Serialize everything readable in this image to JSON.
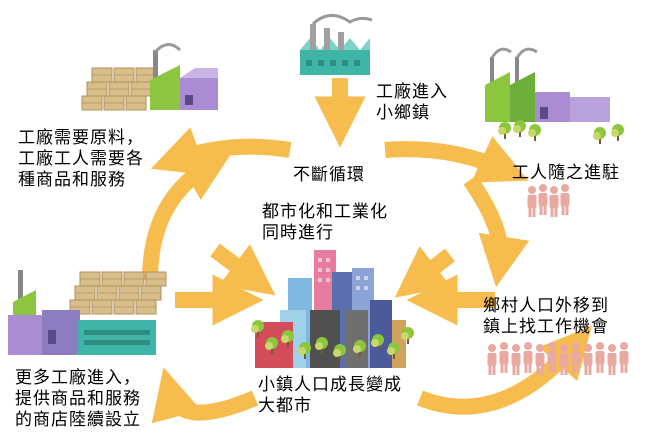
{
  "cycle_center": {
    "title": "不斷循環",
    "subtitle": [
      "都市化和工業化",
      "同時進行"
    ]
  },
  "steps": {
    "factories_enter_town": [
      "工廠進入",
      "小鄉鎮"
    ],
    "workers_follow": [
      "工人隨之進駐"
    ],
    "rural_migration": [
      "鄉村人口外移到",
      "鎮上找工作機會"
    ],
    "town_to_city": [
      "小鎮人口成長變成",
      "大都市"
    ],
    "more_factories": [
      "更多工廠進入，",
      "提供商品和服務",
      "的商店陸續設立"
    ],
    "factory_needs": [
      "工廠需要原料，",
      "工廠工人需要各",
      "種商品和服務"
    ]
  },
  "colors": {
    "arrow": "#F6BD4E",
    "factory_teal": "#3FB5A8",
    "factory_purple": "#A98CD1",
    "crate": "#D9BE8C",
    "tree_green": "#8CC63F",
    "people": "#E9A9A0"
  },
  "icons": [
    "factory-icon",
    "crates-icon",
    "city-skyline-icon",
    "people-icon",
    "tree-icon"
  ]
}
